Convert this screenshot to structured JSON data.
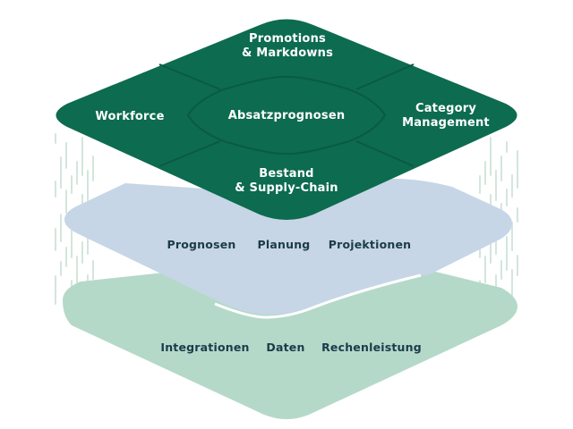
{
  "colors": {
    "top_layer": "#0d6b4f",
    "top_layer_lines": "#0a5a42",
    "top_text": "#ffffff",
    "middle_layer": "#c6d6e6",
    "bottom_layer": "#b5d9c9",
    "dark_text": "#1c3b4a",
    "stripes": "#d3e6dc"
  },
  "top_layer": {
    "promotions": [
      "Promotions",
      "& Markdowns"
    ],
    "workforce": "Workforce",
    "center": "Absatzprognosen",
    "category": [
      "Category",
      "Management"
    ],
    "bestand": [
      "Bestand",
      "& Supply-Chain"
    ]
  },
  "middle_layer": {
    "items": [
      "Prognosen",
      "Planung",
      "Projektionen"
    ]
  },
  "bottom_layer": {
    "items": [
      "Integrationen",
      "Daten",
      "Rechenleistung"
    ]
  }
}
